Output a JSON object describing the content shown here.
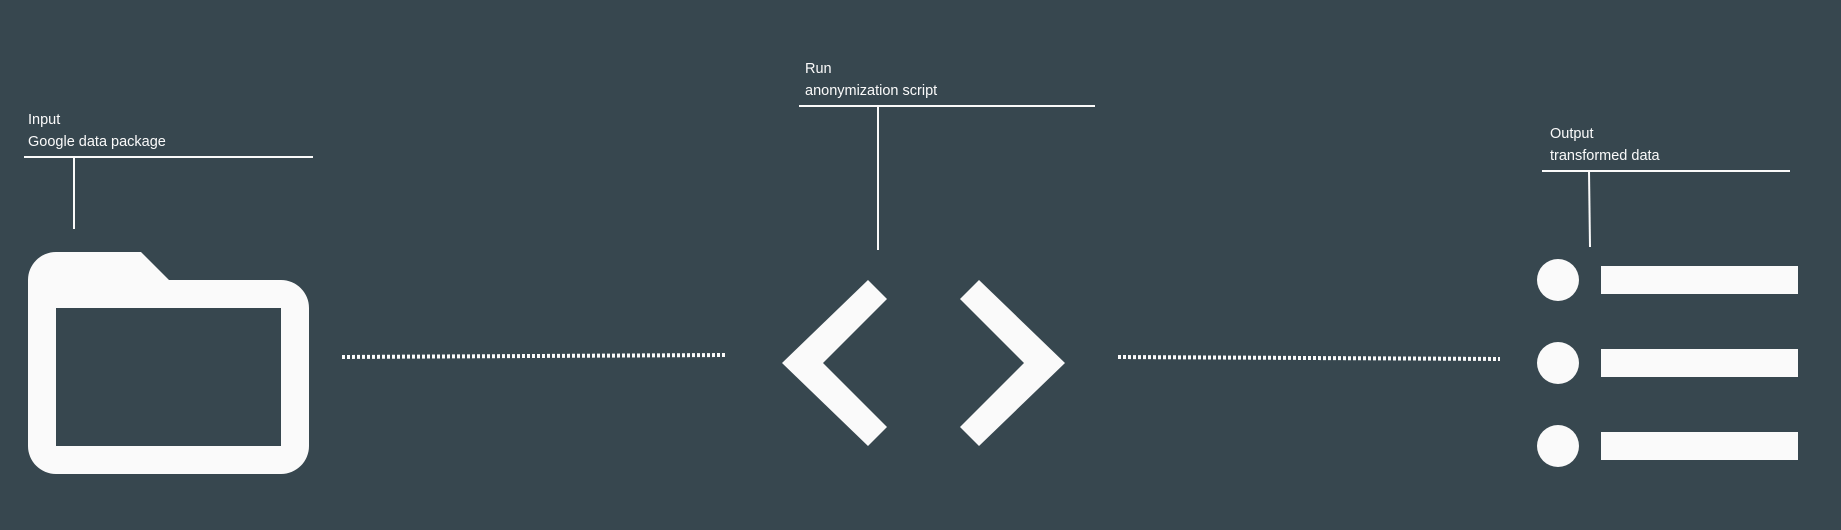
{
  "colors": {
    "background": "#37474f",
    "foreground": "#fafafa"
  },
  "steps": {
    "input": {
      "title": "Input",
      "subtitle": "Google data package",
      "icon": "folder-icon"
    },
    "run": {
      "title": "Run",
      "subtitle": "anonymization script",
      "icon": "code-brackets-icon"
    },
    "output": {
      "title": "Output",
      "subtitle": "transformed data",
      "icon": "list-icon"
    }
  }
}
